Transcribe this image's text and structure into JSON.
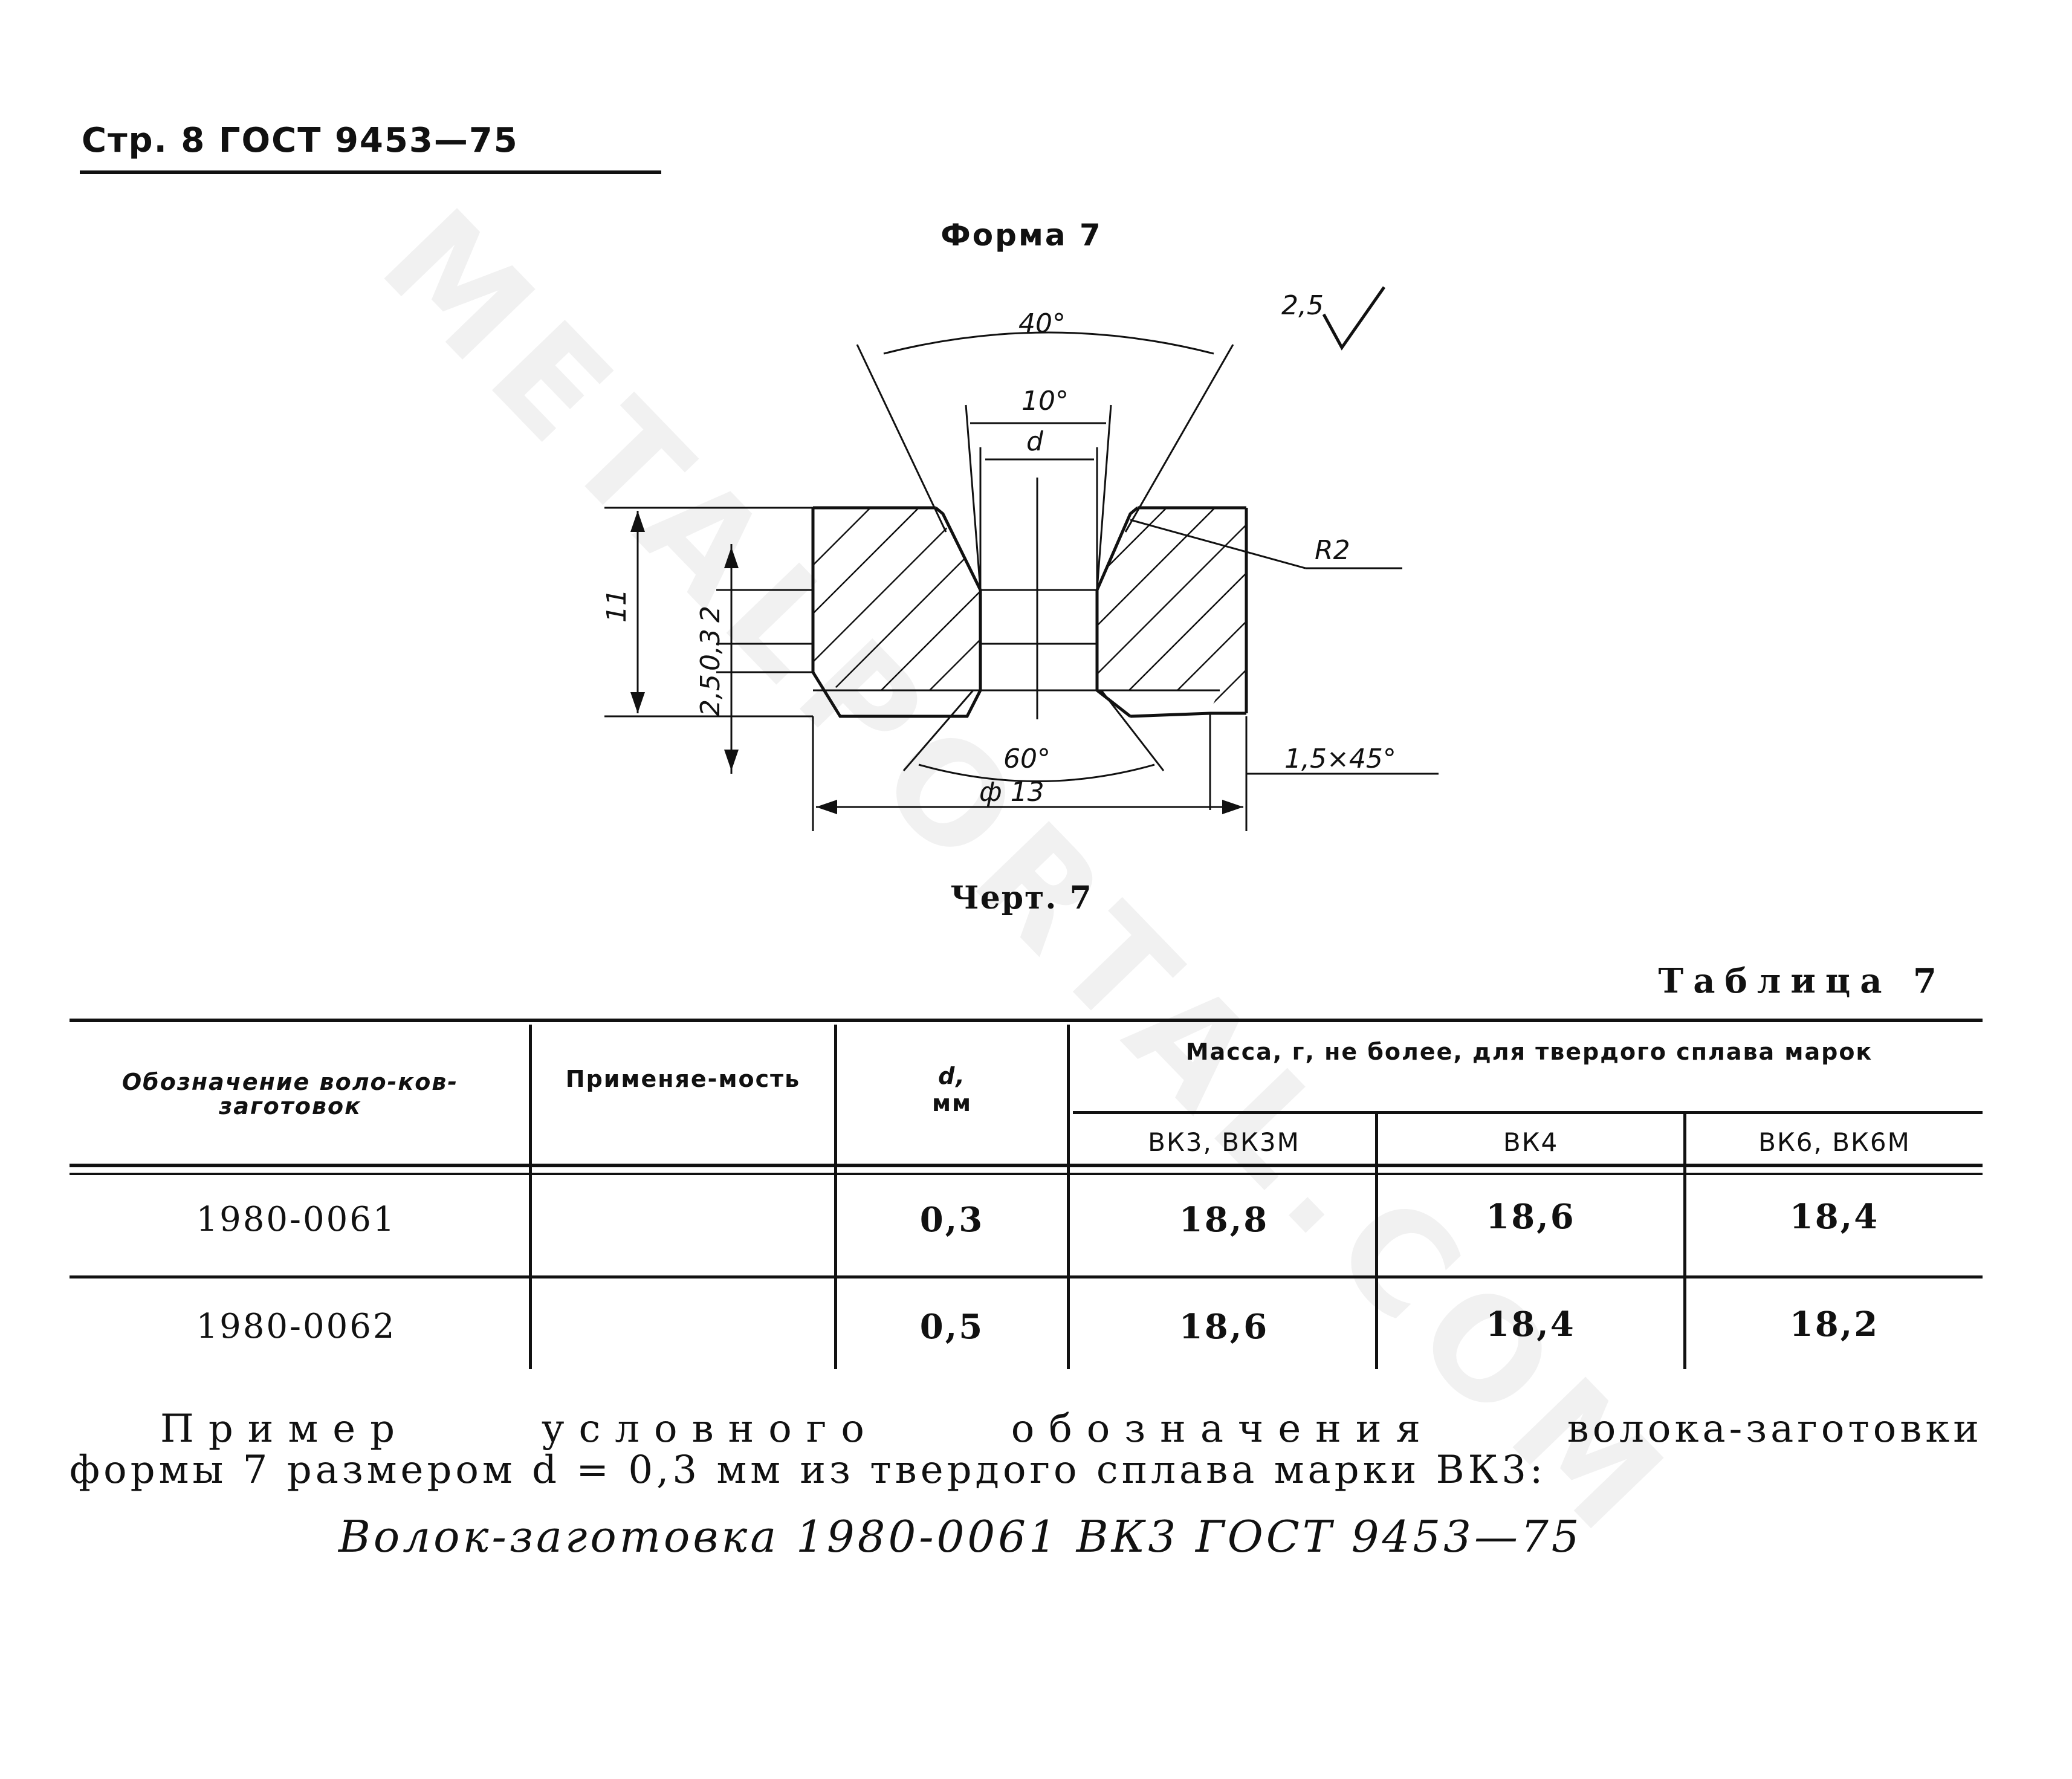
{
  "watermark": "METALPORTAL.COM",
  "header": {
    "page_label": "Стр. 8 ГОСТ 9453—75"
  },
  "figure": {
    "title": "Форма 7",
    "caption": "Черт. 7",
    "roughness": "2,5",
    "dims": {
      "angle_top": "40°",
      "angle_inner": "10°",
      "d": "d",
      "radius": "R2",
      "height": "11",
      "d1": "2",
      "d2": "0,3",
      "d3": "2,5",
      "angle_bottom": "60°",
      "diameter": "ф 13",
      "chamfer": "1,5×45°"
    }
  },
  "table": {
    "title": "Таблица 7",
    "headers": {
      "designation": "Обозначение воло-ков-заготовок",
      "applicability": "Применяе-мость",
      "d": "d,",
      "d_unit": "мм",
      "mass": "Масса, г, не более, для твердого сплава марок",
      "grade1": "ВК3, ВК3М",
      "grade2": "ВК4",
      "grade3": "ВК6, ВК6М"
    },
    "rows": [
      {
        "designation": "1980-0061",
        "applicability": "",
        "d": "0,3",
        "m1": "18,8",
        "m2": "18,6",
        "m3": "18,4"
      },
      {
        "designation": "1980-0062",
        "applicability": "",
        "d": "0,5",
        "m1": "18,6",
        "m2": "18,4",
        "m3": "18,2"
      }
    ]
  },
  "example": {
    "words": [
      "Пример",
      "условного",
      "обозначения",
      "волока-заготовки"
    ],
    "line2": "формы 7 размером d = 0,3 мм из твердого сплава марки ВК3:",
    "designation": "Волок-заготовка 1980-0061 ВК3 ГОСТ 9453—75"
  }
}
